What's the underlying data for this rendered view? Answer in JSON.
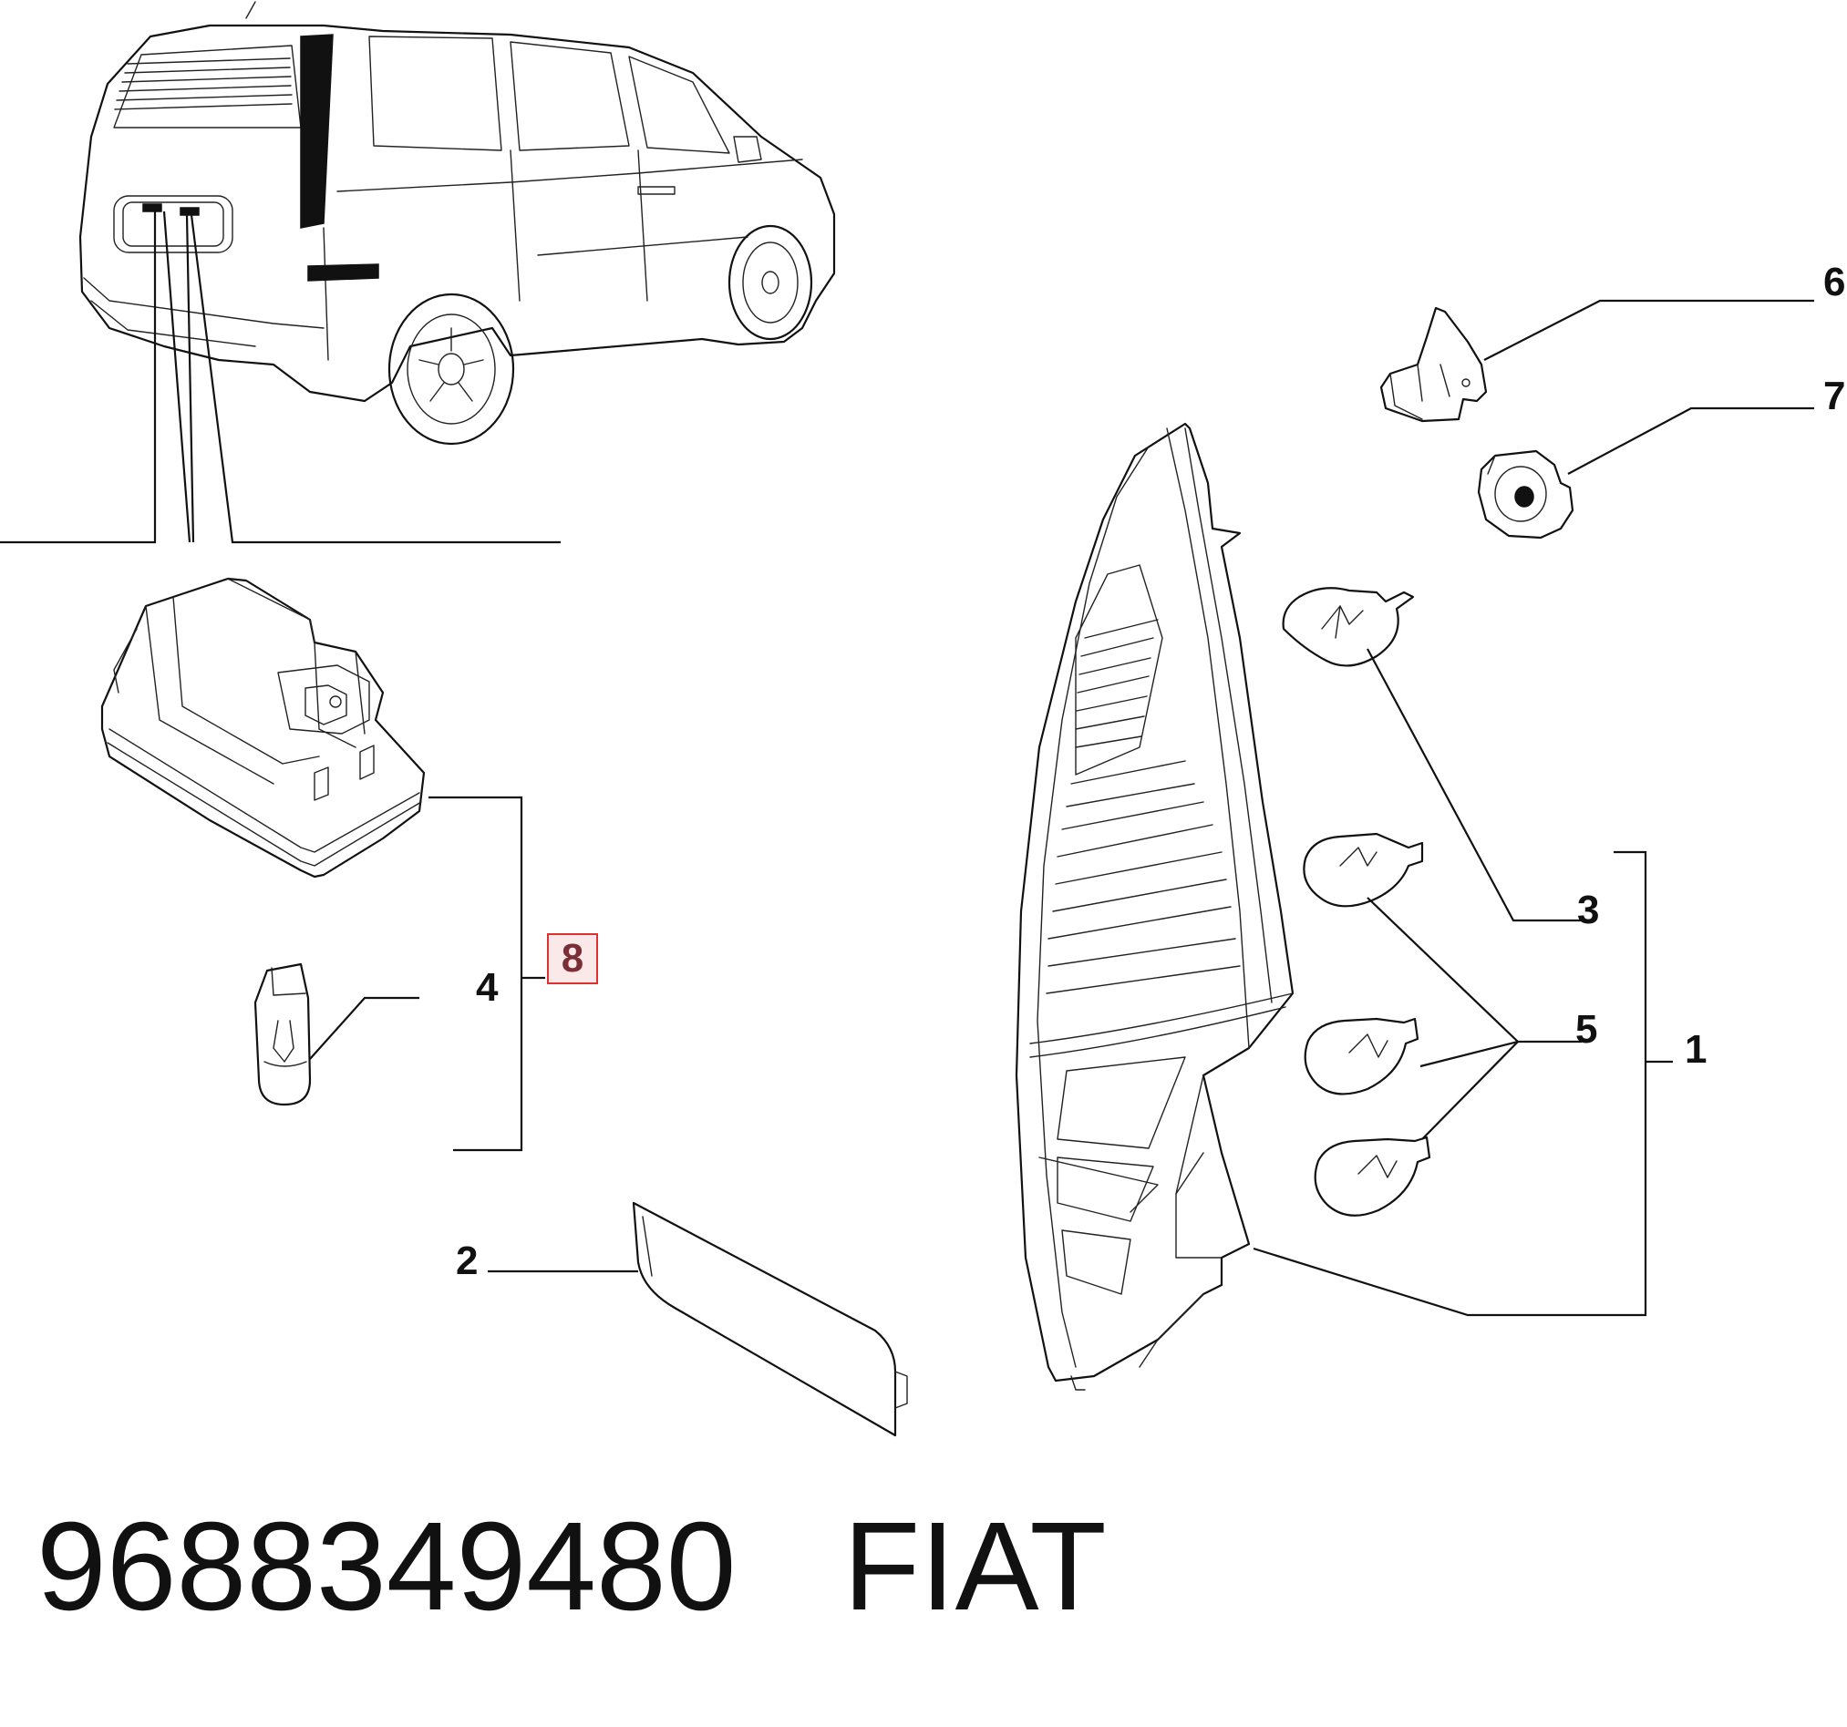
{
  "diagram": {
    "callouts": {
      "c1": "1",
      "c2": "2",
      "c3": "3",
      "c4": "4",
      "c5": "5",
      "c6": "6",
      "c7": "7",
      "c8": "8"
    },
    "part_number": "9688349480",
    "brand": "FIAT",
    "highlight_color": "#e03030"
  }
}
